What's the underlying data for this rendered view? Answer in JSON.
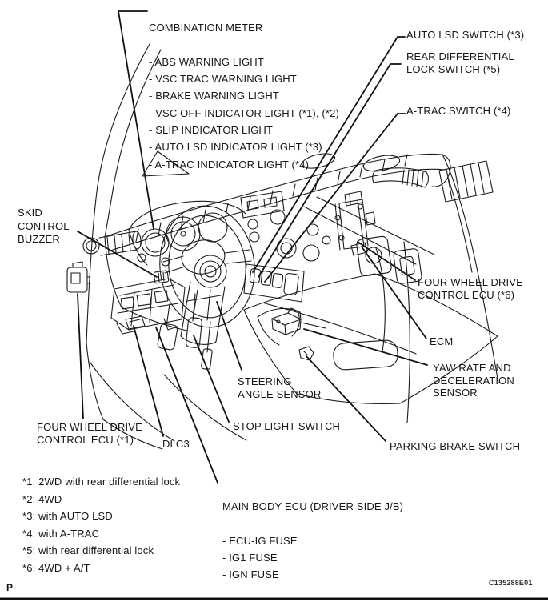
{
  "page": {
    "corner_mark": "P",
    "figure_code": "C135288E01"
  },
  "colors": {
    "line": "#1a1a1a",
    "leader": "#111111",
    "background": "#ffffff"
  },
  "combination_meter": {
    "title": "COMBINATION METER",
    "items": [
      "- ABS WARNING LIGHT",
      "- VSC TRAC WARNING LIGHT",
      "- BRAKE WARNING LIGHT",
      "- VSC OFF INDICATOR LIGHT (*1), (*2)",
      "- SLIP INDICATOR LIGHT",
      "- AUTO LSD INDICATOR LIGHT (*3)",
      "- A-TRAC INDICATOR LIGHT (*4)"
    ]
  },
  "callouts": {
    "auto_lsd_switch": "AUTO LSD SWITCH (*3)",
    "rear_diff_lock_switch": [
      "REAR DIFFERENTIAL",
      "LOCK SWITCH (*5)"
    ],
    "a_trac_switch": "A-TRAC SWITCH (*4)",
    "skid_control_buzzer": [
      "SKID",
      "CONTROL",
      "BUZZER"
    ],
    "four_wheel_drive_ecu_1": [
      "FOUR WHEEL DRIVE",
      "CONTROL ECU (*1)"
    ],
    "dlc3": "DLC3",
    "stop_light_switch": "STOP LIGHT SWITCH",
    "steering_angle_sensor": [
      "STEERING",
      "ANGLE SENSOR"
    ],
    "yaw_rate_sensor": [
      "YAW RATE AND",
      "DECELERATION",
      "SENSOR"
    ],
    "parking_brake_switch": "PARKING BRAKE SWITCH",
    "four_wheel_drive_ecu_6": [
      "FOUR WHEEL DRIVE",
      "CONTROL ECU (*6)"
    ],
    "ecm": "ECM"
  },
  "main_body_ecu": {
    "title": "MAIN BODY ECU (DRIVER SIDE J/B)",
    "items": [
      "- ECU-IG FUSE",
      "- IG1 FUSE",
      "- IGN FUSE"
    ]
  },
  "footnotes": [
    "*1: 2WD with rear differential lock",
    "*2: 4WD",
    "*3: with AUTO LSD",
    "*4: with A-TRAC",
    "*5: with rear differential lock",
    "*6: 4WD + A/T"
  ]
}
